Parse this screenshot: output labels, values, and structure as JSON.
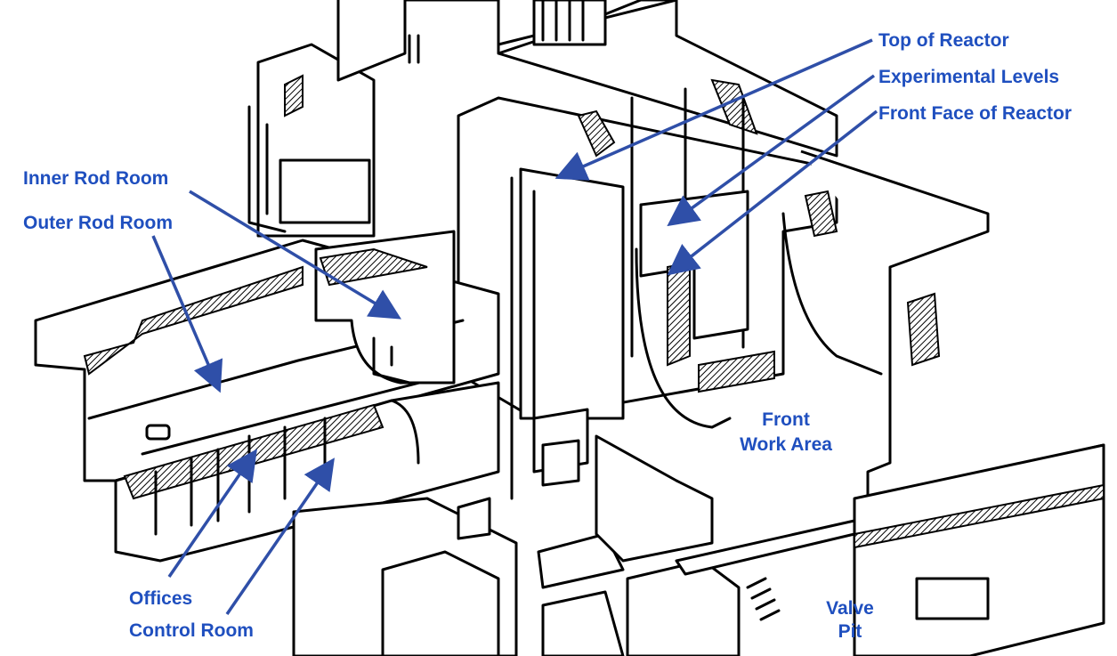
{
  "diagram": {
    "subject": "Reactor building cutaway",
    "label_color": "#1f4fbf",
    "arrow_color": "#2f4fa8",
    "labels": {
      "top_of_reactor": "Top of Reactor",
      "experimental_levels": "Experimental Levels",
      "front_face": "Front Face of Reactor",
      "inner_rod_room": "Inner Rod Room",
      "outer_rod_room": "Outer Rod Room",
      "offices": "Offices",
      "control_room": "Control Room",
      "front_work_area_1": "Front",
      "front_work_area_2": "Work Area",
      "valve_pit_1": "Valve",
      "valve_pit_2": "Pit"
    }
  }
}
